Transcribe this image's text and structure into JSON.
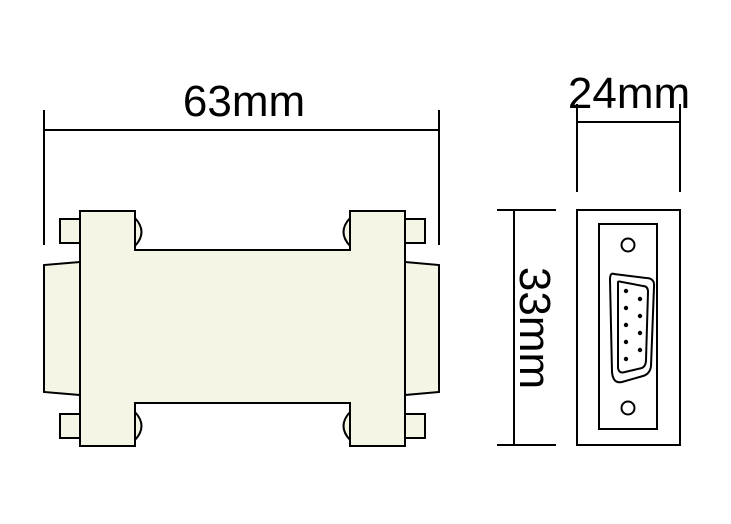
{
  "dimensions": {
    "length_label": "63mm",
    "width_label": "24mm",
    "height_label": "33mm"
  },
  "colors": {
    "line": "#000000",
    "body_fill": "#f5f5e6",
    "background": "#ffffff"
  },
  "connector": {
    "type": "DB9",
    "pins_top_row": 5,
    "pins_bottom_row": 4
  }
}
